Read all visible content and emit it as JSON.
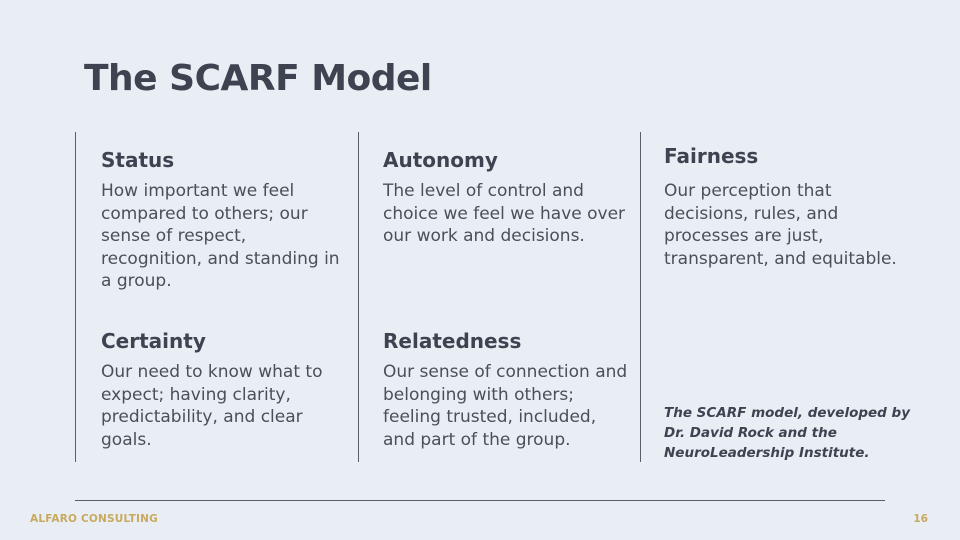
{
  "slide": {
    "title": "The SCARF Model",
    "items": [
      {
        "heading": "Status",
        "body": "How important we feel compared to others; our sense of respect, recognition, and standing in a group."
      },
      {
        "heading": "Autonomy",
        "body": "The level of control and choice we feel we have over our work and decisions."
      },
      {
        "heading": "Fairness",
        "body": "Our perception that decisions, rules, and processes are just, transparent, and equitable."
      },
      {
        "heading": "Certainty",
        "body": "Our need to know what to expect; having clarity, predictability, and clear goals."
      },
      {
        "heading": "Relatedness",
        "body": "Our sense of connection and belonging with others; feeling trusted, included, and part of the group."
      }
    ],
    "note": "The SCARF model, developed by Dr. David Rock and the NeuroLeadership Institute."
  },
  "footer": {
    "company": "ALFARO CONSULTING",
    "page_number": "16"
  }
}
